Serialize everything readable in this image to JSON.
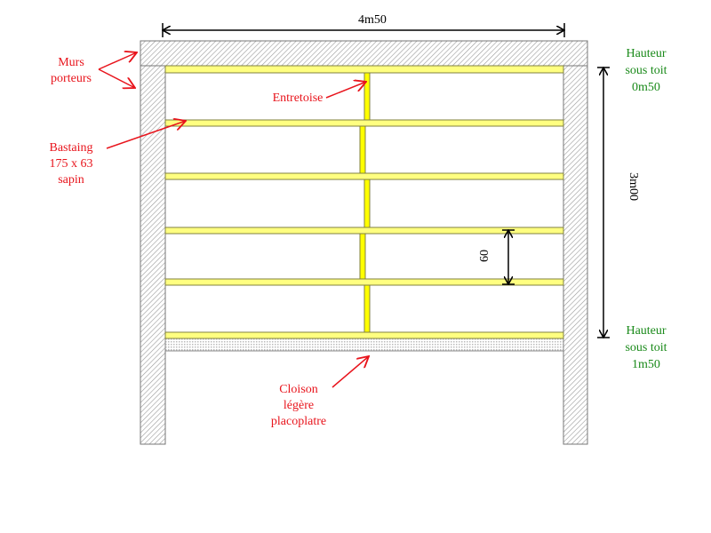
{
  "colors": {
    "annotation": "#e8141c",
    "height_note": "#1a8a1a",
    "timber": "#ffff80",
    "timber_stroke": "#808040",
    "entretoise": "#ffff00"
  },
  "dimensions": {
    "width": "4m50",
    "height": "3m00",
    "spacing": "60"
  },
  "labels": {
    "murs": [
      "Murs",
      "porteurs"
    ],
    "bastaing": [
      "Bastaing",
      "175 x 63",
      "sapin"
    ],
    "entretoise": "Entretoise",
    "cloison": [
      "Cloison",
      "légère",
      "placoplatre"
    ],
    "hauteur_top": [
      "Hauteur",
      "sous toit",
      "0m50"
    ],
    "hauteur_bottom": [
      "Hauteur",
      "sous toit",
      "1m50"
    ]
  },
  "joist_count": 6
}
